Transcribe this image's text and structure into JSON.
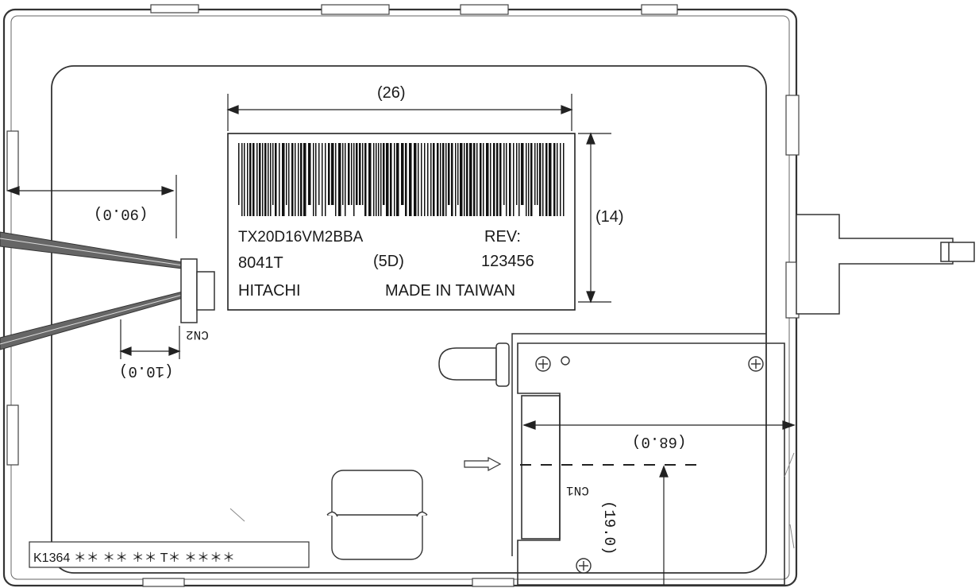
{
  "label": {
    "model": "TX20D16VM2BBA",
    "rev_label": "REV:",
    "lot_code": "8041T",
    "variant": "(5D)",
    "serial": "123456",
    "maker": "HITACHI",
    "origin": "MADE IN TAIWAN"
  },
  "dimensions": {
    "label_width": "(26)",
    "label_height": "(14)",
    "left_offset": "(90.0)",
    "cn2_offset": "(10.0)",
    "cn1_offset": "(68.0)",
    "cn1_height": "(19.0)"
  },
  "connectors": {
    "cn1": "CN1",
    "cn2": "CN2"
  },
  "bottom_code": "K1364 ＊＊ ＊＊ ＊＊ T＊ ＊＊＊＊",
  "colors": {
    "line": "#333333",
    "light_line": "#777777",
    "cable": "#555555"
  }
}
